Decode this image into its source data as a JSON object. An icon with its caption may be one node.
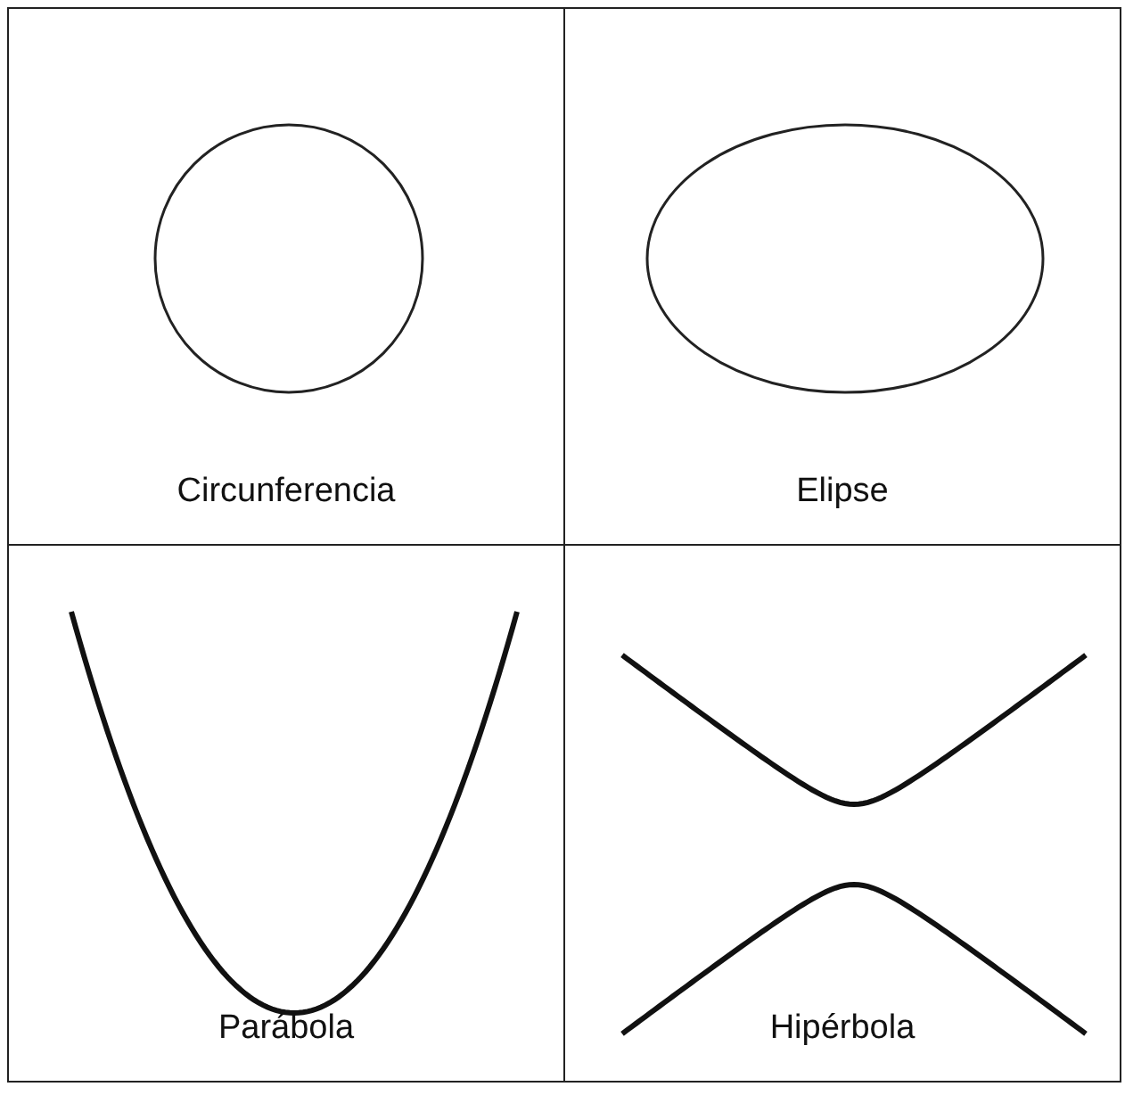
{
  "diagram": {
    "nodes": [
      {
        "text": [
          "Circunferencia"
        ]
      },
      {
        "text": [
          "Elipse"
        ]
      },
      {
        "text": [
          "Parábola"
        ]
      },
      {
        "text": [
          "Hipérbola"
        ]
      }
    ]
  }
}
